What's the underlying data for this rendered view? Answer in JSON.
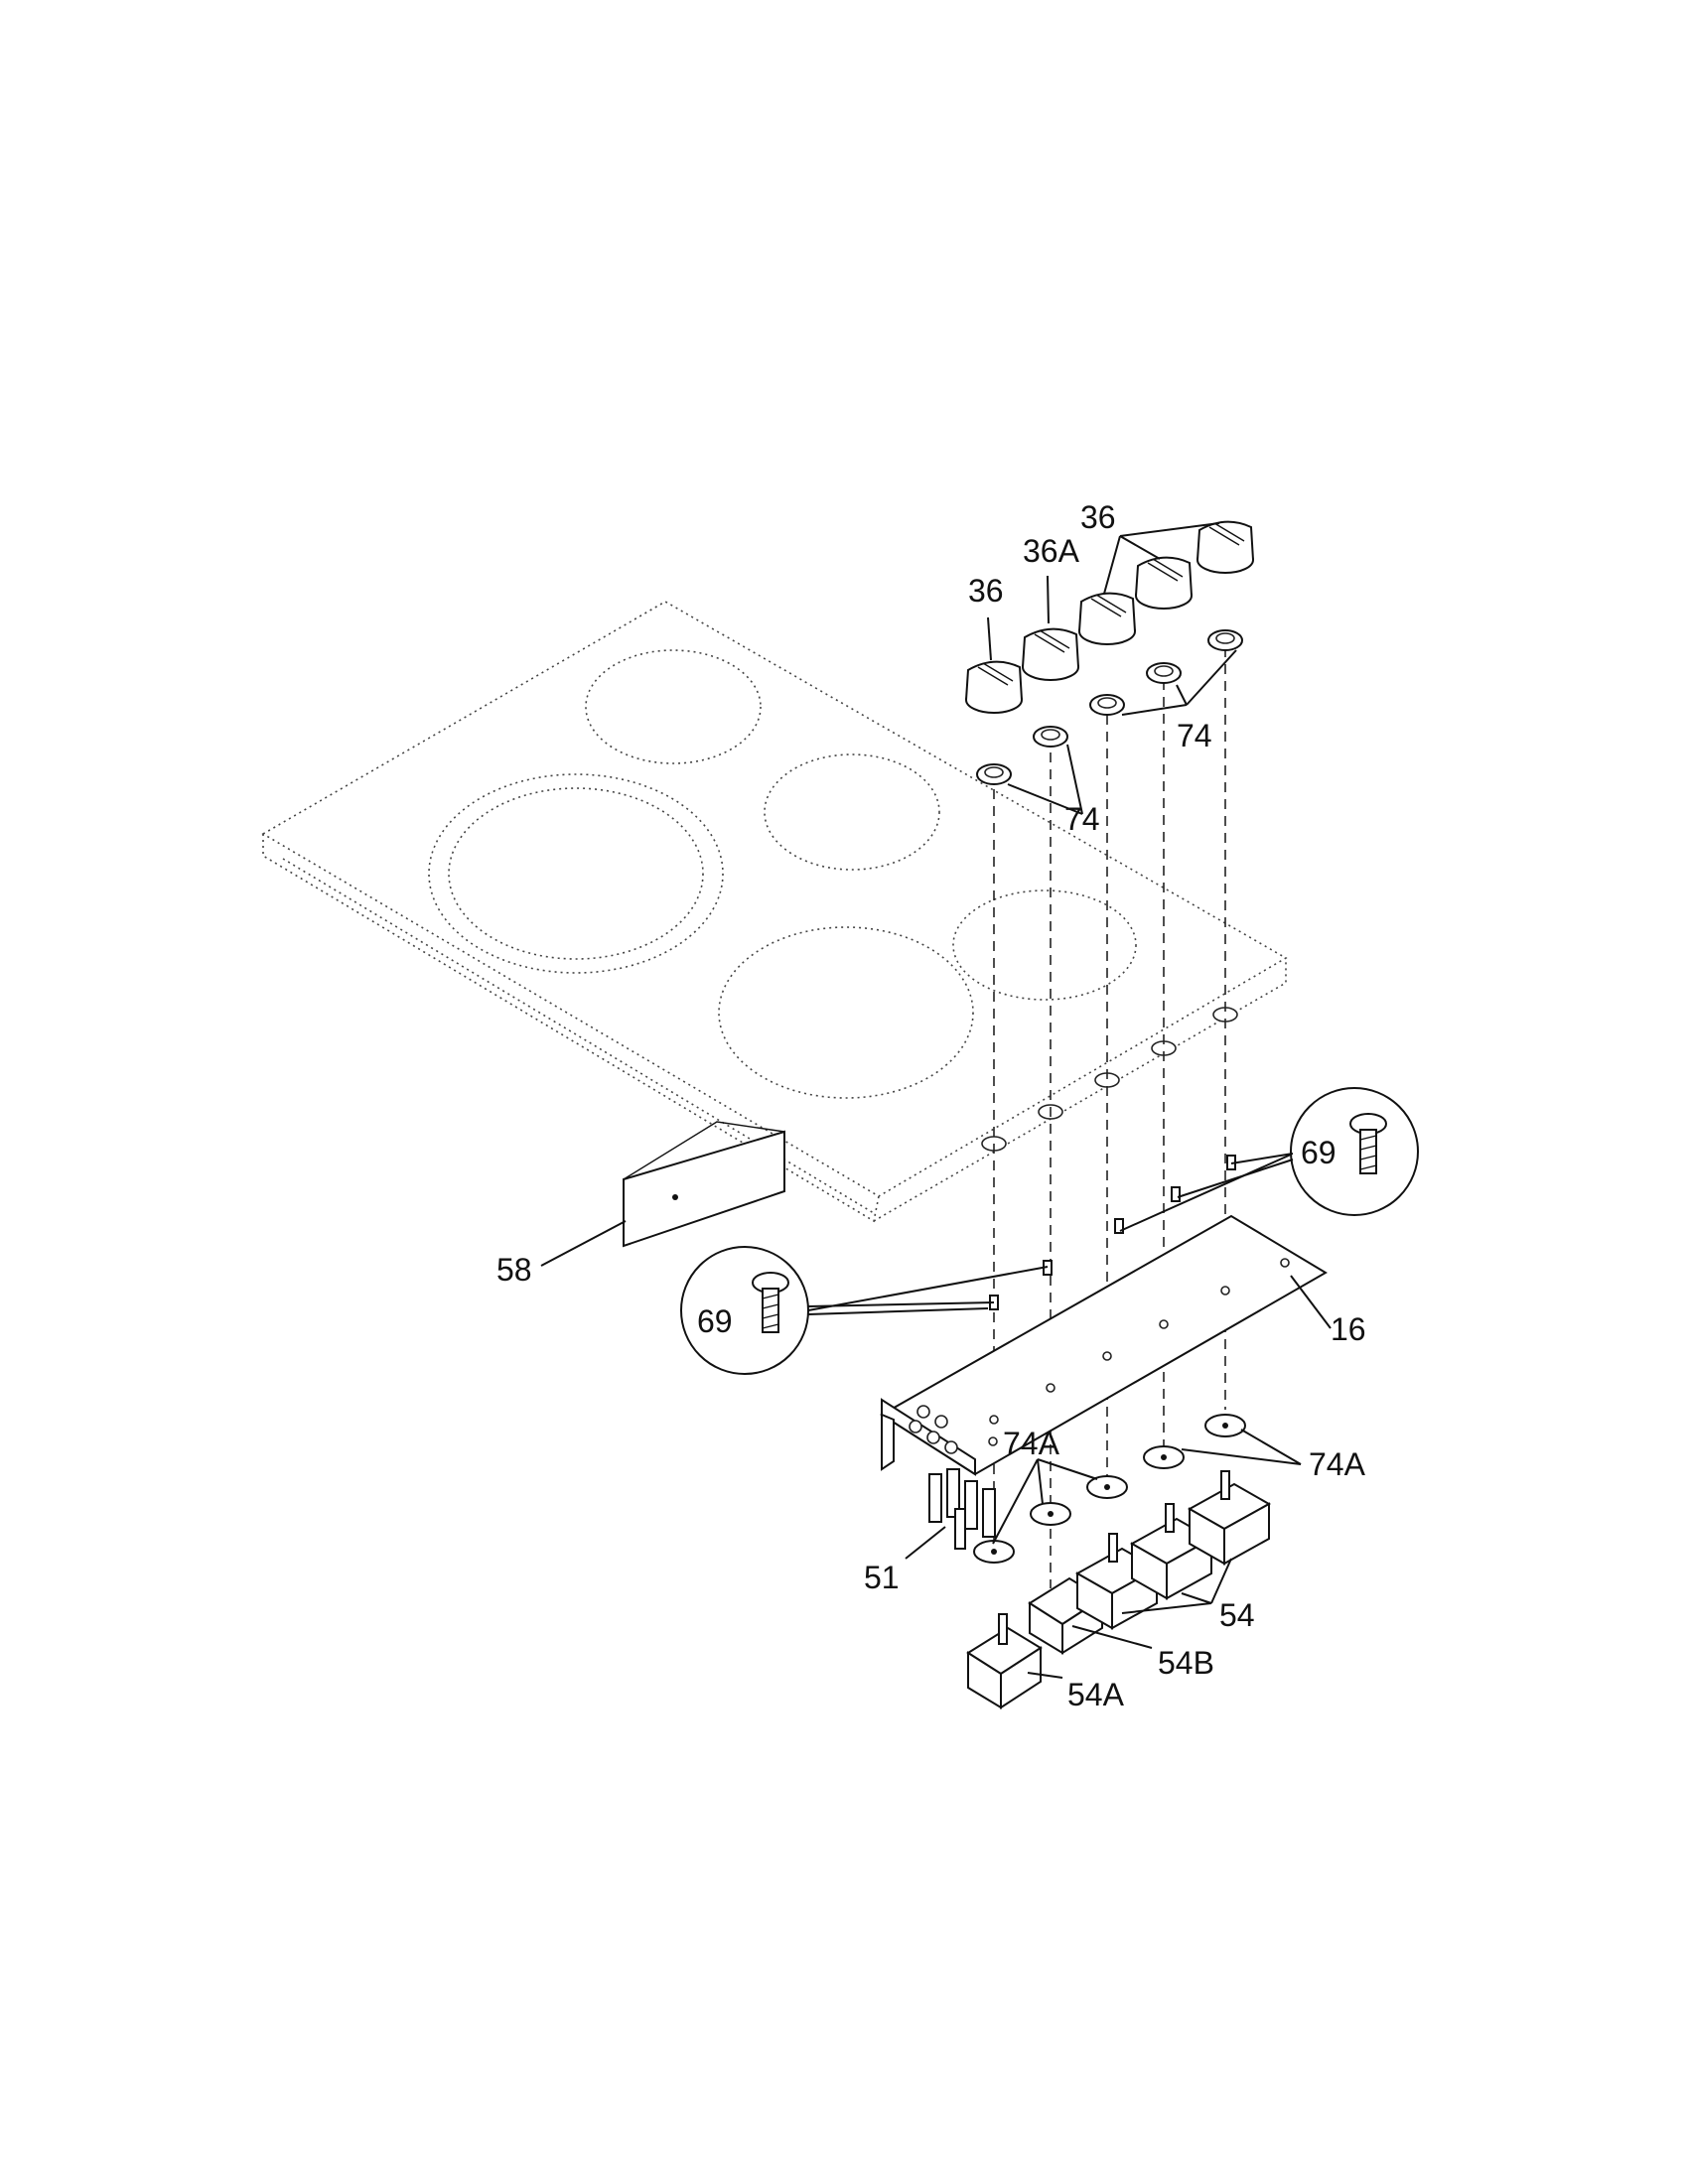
{
  "labels": {
    "knob_left": "36",
    "knob_second": "36A",
    "knob_group": "36",
    "bezel_upper": "74",
    "bezel_lower": "74",
    "bracket": "16",
    "screw_right": "69",
    "screw_left": "69",
    "panel": "58",
    "spacer_left": "74A",
    "spacer_right": "74A",
    "lights": "51",
    "switches": "54",
    "switch_b": "54B",
    "switch_a": "54A"
  },
  "colors": {
    "line": "#111111",
    "background": "#ffffff"
  }
}
